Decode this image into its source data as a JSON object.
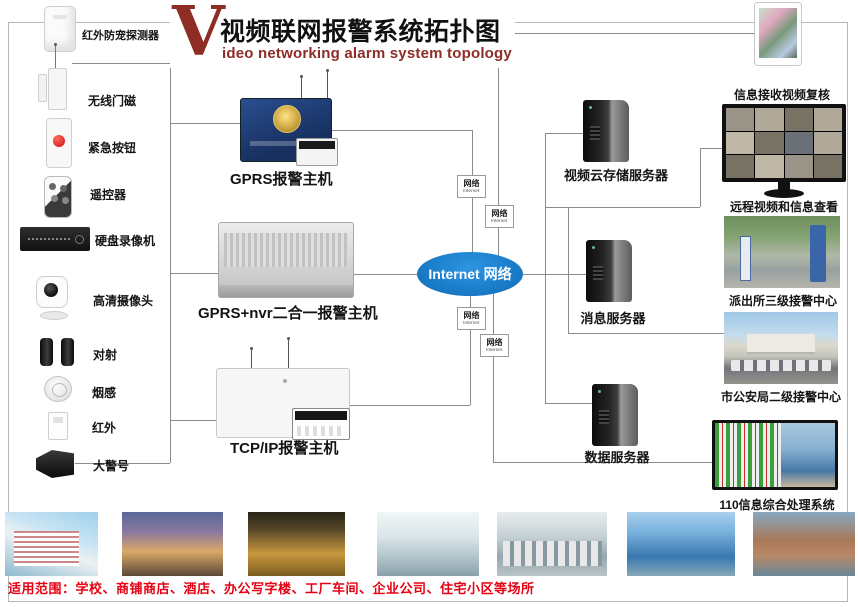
{
  "title": {
    "logo_initial": "V",
    "cn": "视频联网报警系统拓扑图",
    "en": "ideo networking alarm system topology"
  },
  "devices": [
    {
      "label": "红外防宠探测器",
      "icon": "pir-detector-icon"
    },
    {
      "label": "无线门磁",
      "icon": "door-magnet-icon"
    },
    {
      "label": "紧急按钮",
      "icon": "panic-button-icon"
    },
    {
      "label": "遥控器",
      "icon": "remote-control-icon"
    },
    {
      "label": "硬盘录像机",
      "icon": "dvr-icon"
    },
    {
      "label": "高清摄像头",
      "icon": "hd-camera-icon"
    },
    {
      "label": "对射",
      "icon": "beam-detector-icon"
    },
    {
      "label": "烟感",
      "icon": "smoke-detector-icon"
    },
    {
      "label": "红外",
      "icon": "infrared-detector-icon"
    },
    {
      "label": "大警号",
      "icon": "siren-horn-icon"
    }
  ],
  "hosts": {
    "gprs": "GPRS报警主机",
    "nvr": "GPRS+nvr二合一报警主机",
    "tcpip": "TCP/IP报警主机"
  },
  "internet": {
    "label": "Internet 网络"
  },
  "net_node": {
    "cn": "网络",
    "en": "Internet"
  },
  "servers": {
    "video": "视频云存储服务器",
    "message": "消息服务器",
    "data": "数据服务器"
  },
  "right": {
    "info_review": "信息接收视频复核",
    "remote_view": "远程视频和信息查看",
    "police_station": "派出所三级接警中心",
    "city_bureau": "市公安局二级接警中心",
    "sys110": "110信息综合处理系统"
  },
  "footer": {
    "scope": "适用范围：学校、商铺商店、酒店、办公写字楼、工厂车间、企业公司、住宅小区等场所",
    "photos": [
      "school-building",
      "shopping-street",
      "hotel-entrance",
      "office-interior",
      "factory-workshop",
      "corporate-building",
      "residential-community"
    ]
  },
  "colors": {
    "accent_red": "#8e2c26",
    "text_red": "#e60012",
    "internet_blue": "#1b7ecb",
    "line_gray": "#8c8c8c"
  }
}
